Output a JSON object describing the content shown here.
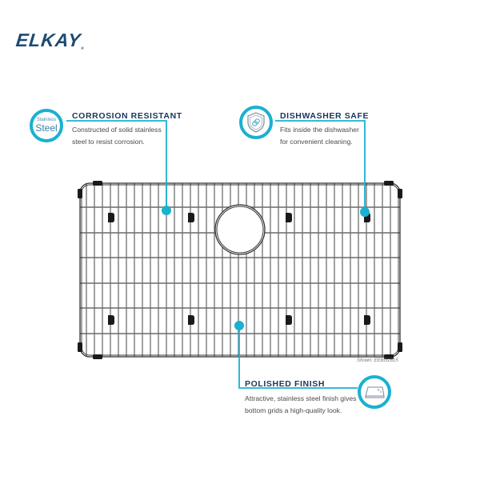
{
  "brand": {
    "logo_text": "ELKAY",
    "registered_mark": "®",
    "logo_color": "#1c4a73"
  },
  "accent_color": "#1bb0d0",
  "callouts": [
    {
      "id": "corrosion",
      "icon": "stainless-steel-badge-icon",
      "icon_text_small": "Stainless",
      "icon_text_large": "Steel",
      "title": "CORROSION RESISTANT",
      "description_lines": [
        "Constructed of solid stainless",
        "steel to resist corrosion."
      ]
    },
    {
      "id": "dishwasher",
      "icon": "shield-dishwasher-icon",
      "title": "DISHWASHER SAFE",
      "description_lines": [
        "Fits inside the dishwasher",
        "for convenient cleaning."
      ]
    },
    {
      "id": "finish",
      "icon": "polished-surface-icon",
      "title": "POLISHED FINISH",
      "description_lines": [
        "Attractive, stainless steel finish gives",
        "bottom grids a high-quality look."
      ]
    }
  ],
  "product": {
    "shown_label": "Shown: EEBG2815"
  }
}
